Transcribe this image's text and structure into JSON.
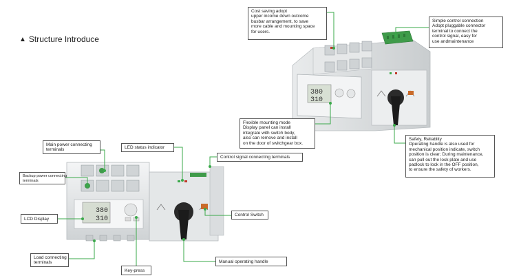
{
  "header": {
    "title": "Structure Introduce"
  },
  "callouts": {
    "top_left": [
      "Cost saving                adopt",
      "upper income down outcome",
      "busbar arrangement, to save",
      "more cable and mounting space",
      "for users."
    ],
    "top_right": [
      "Simple control connection",
      "Adopt pluggable connector",
      "terminal to connect the",
      "control signal, easy for",
      "use andmaintenance"
    ],
    "mounting": [
      "Flexible mounting mode",
      "Display panel can install",
      "integrate with switch body,",
      "also can remove and install",
      " on the door of switchgear box."
    ],
    "safety": [
      "Safety, Reliablity",
      "Operating handle is also used for",
      "mechanical position indicate, switch",
      "position is clear; During maintenance,",
      "can pull out the lock plate and use",
      "padlock to lock in the OFF position,",
      "to ensure the safety of workers."
    ],
    "main_power": [
      "Main power connecting",
      "terminals"
    ],
    "backup_power": [
      "Backup power connecting",
      "terminals"
    ],
    "lcd": "LCD Display",
    "load": [
      "Load connecting",
      "terminals"
    ],
    "keypress": "Key-press",
    "led": "LED status indicator",
    "control_signal": "Control signal connecting terminals",
    "control_switch": "Control Switch",
    "manual_handle": "Manual operating handle"
  },
  "lcd_readings": {
    "top_upper": "380",
    "top_lower": "310",
    "bottom_upper": "380",
    "bottom_lower": "310"
  },
  "colors": {
    "accent_green": "#3aa94a",
    "body_grey": "#dfe2e3",
    "handle_black": "#1b1b1b",
    "terminal_green": "#3f9b4a"
  }
}
